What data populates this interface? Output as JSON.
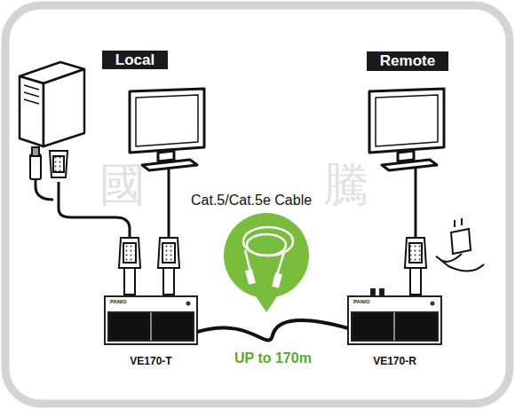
{
  "diagram": {
    "nodes": [
      {
        "text": [
          "Local"
        ]
      },
      {
        "text": [
          "Remote"
        ]
      },
      {
        "text": [
          "VE170-T"
        ]
      },
      {
        "text": [
          "VE170-R"
        ]
      }
    ],
    "edges": [
      {
        "from": 2,
        "to": 3,
        "arrow": "none",
        "label": "UP to 170m"
      }
    ],
    "labels": [
      "Cat.5/Cat.5e Cable",
      "PANIO",
      "PANIO",
      "國",
      "騰"
    ]
  }
}
